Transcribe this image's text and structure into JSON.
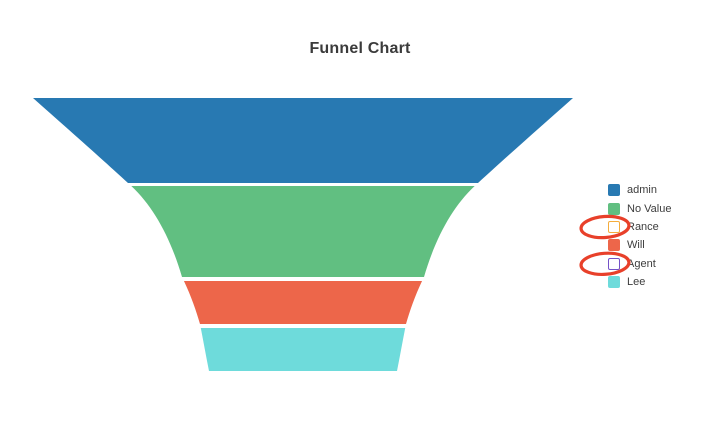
{
  "chart_data": {
    "type": "funnel",
    "title": "Funnel Chart",
    "orientation": "vertical",
    "legend_position": "right",
    "values_shown": false,
    "stages": [
      {
        "label": "admin",
        "color": "#2879b2",
        "visible": true
      },
      {
        "label": "No Value",
        "color": "#61bf81",
        "visible": true
      },
      {
        "label": "Rance",
        "color": "#f5ad3d",
        "visible": false
      },
      {
        "label": "Will",
        "color": "#ed664a",
        "visible": true
      },
      {
        "label": "Agent",
        "color": "#7452c8",
        "visible": false
      },
      {
        "label": "Lee",
        "color": "#6edbdb",
        "visible": true
      }
    ],
    "annotations": [
      {
        "shape": "ellipse",
        "target_legend_item": "Rance",
        "color": "#e8402a"
      },
      {
        "shape": "ellipse",
        "target_legend_item": "Agent",
        "color": "#e8402a"
      }
    ]
  }
}
